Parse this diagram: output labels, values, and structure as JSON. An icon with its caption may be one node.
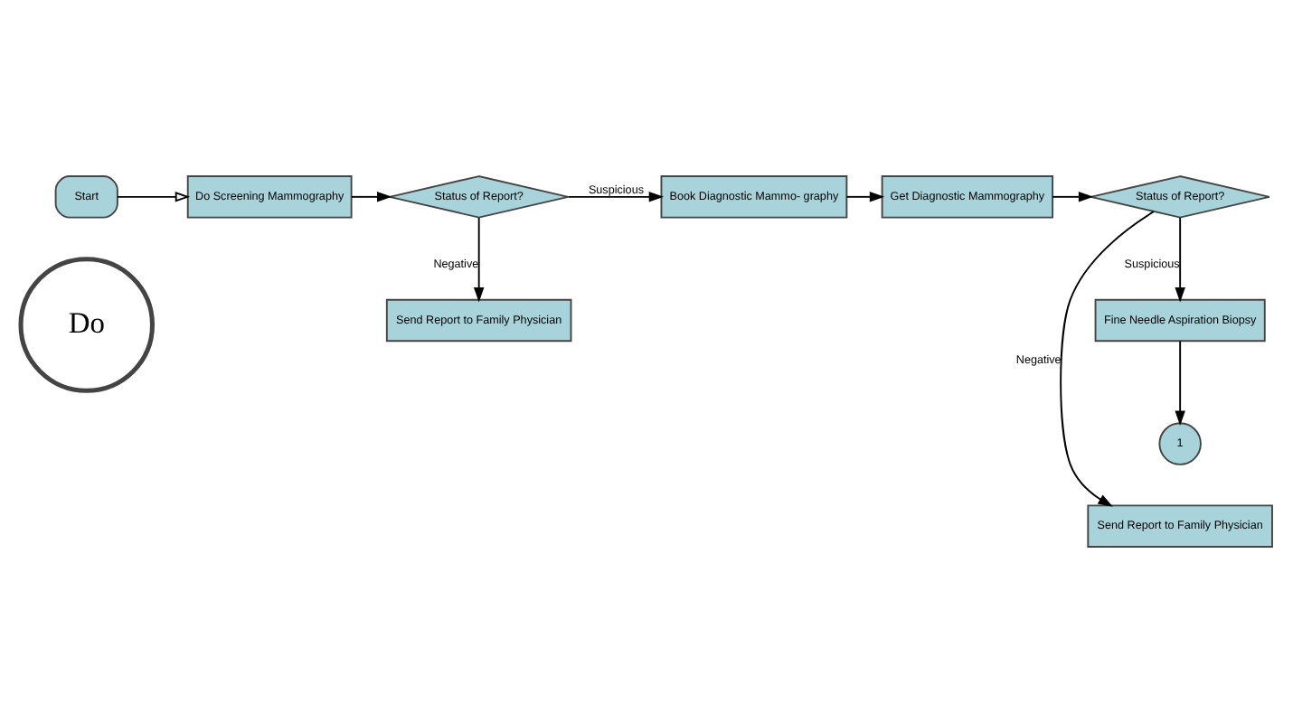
{
  "diagram": {
    "nodes": [
      {
        "text": [
          "Do"
        ]
      },
      {
        "text": [
          "Start"
        ]
      },
      {
        "text": [
          "Do Screening Mammography"
        ]
      },
      {
        "text": [
          "Status of Report?"
        ]
      },
      {
        "text": [
          "Send Report to Family Physician"
        ]
      },
      {
        "text": [
          "Book Diagnostic Mammo- graphy"
        ]
      },
      {
        "text": [
          "Get Diagnostic Mammography"
        ]
      },
      {
        "text": [
          "Status of Report?"
        ]
      },
      {
        "text": [
          "Send Report to Family Physician"
        ]
      },
      {
        "text": [
          "Fine Needle Aspiration Biopsy"
        ]
      },
      {
        "text": [
          "1"
        ]
      }
    ],
    "edges": [
      {
        "from": 1,
        "to": 2,
        "arrow": "to"
      },
      {
        "from": 2,
        "to": 3,
        "arrow": "to"
      },
      {
        "from": 3,
        "to": 5,
        "arrow": "to",
        "label": "Suspicious"
      },
      {
        "from": 3,
        "to": 4,
        "arrow": "to",
        "label": "Negative"
      },
      {
        "from": 5,
        "to": 6,
        "arrow": "to"
      },
      {
        "from": 6,
        "to": 7,
        "arrow": "to"
      },
      {
        "from": 7,
        "to": 9,
        "arrow": "to",
        "label": "Suspicious"
      },
      {
        "from": 7,
        "to": 8,
        "arrow": "to",
        "label": "Negative"
      },
      {
        "from": 9,
        "to": 10,
        "arrow": "to"
      }
    ]
  }
}
